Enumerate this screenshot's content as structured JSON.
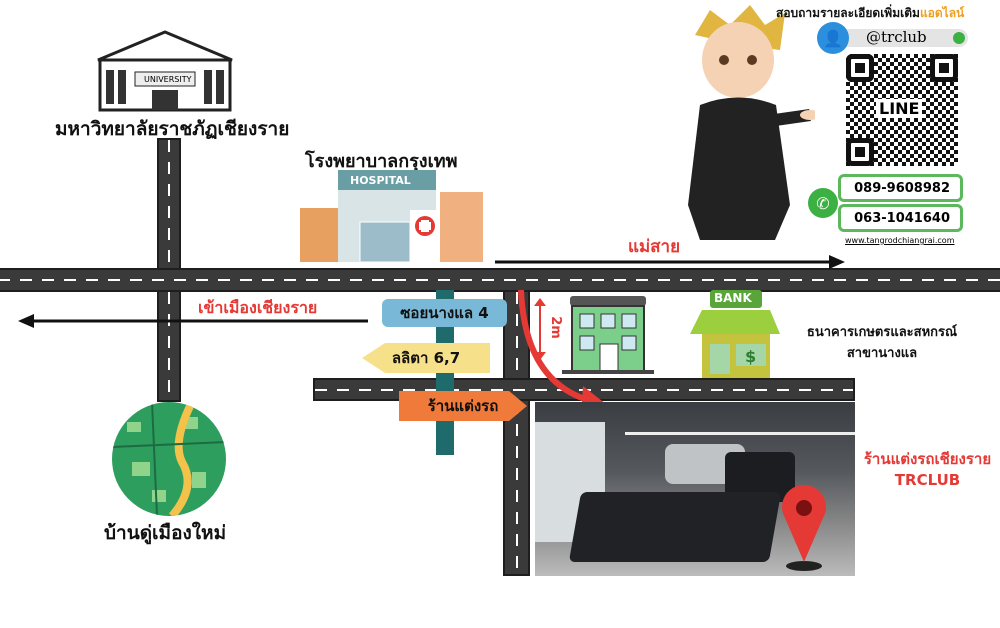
{
  "landmarks": {
    "university": {
      "label": "มหาวิทยาลัยราชภัฏเชียงราย",
      "sign": "UNIVERSITY"
    },
    "hospital": {
      "label": "โรงพยาบาลกรุงเทพ",
      "sign": "HOSPITAL"
    },
    "bank": {
      "label_line1": "ธนาคารเกษตรและสหกรณ์",
      "label_line2": "สาขานางแล",
      "sign": "BANK"
    },
    "village": {
      "label": "บ้านดู่เมืองใหม่"
    },
    "shop": {
      "label_line1": "ร้านแต่งรถเชียงราย",
      "label_line2": "TRCLUB"
    }
  },
  "directions": {
    "mae_sai": "แม่สาย",
    "to_city": "เข้าเมืองเชียงราย",
    "distance": "2m"
  },
  "signs": {
    "soi": "ซอยนางแล 4",
    "lalita": "ลลิตา 6,7",
    "shop": "ร้านแต่งรถ"
  },
  "contact": {
    "heading": "สอบถามรายละเอียดเพิ่มเติม",
    "heading_accent": "แอดไลน์",
    "line_id": "@trclub",
    "qr_label": "LINE",
    "phones": [
      "089-9608982",
      "063-1041640"
    ],
    "website": "www.tangrodchiangrai.com"
  },
  "colors": {
    "road": "#3a3a3a",
    "red": "#e53935",
    "green": "#5cb85c",
    "accent": "#f0a020"
  }
}
